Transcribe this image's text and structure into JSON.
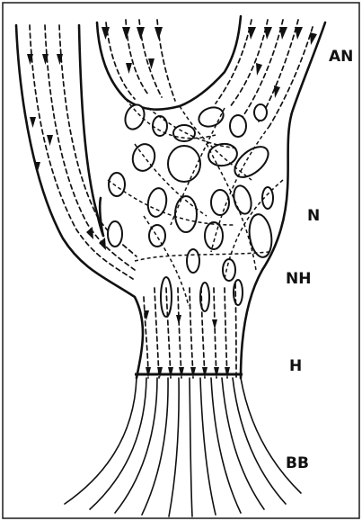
{
  "labels": {
    "an": "AN",
    "n": "N",
    "nh": "NH",
    "h": "H",
    "bb": "BB"
  },
  "colors": {
    "ink": "#111111",
    "background": "#ffffff"
  }
}
